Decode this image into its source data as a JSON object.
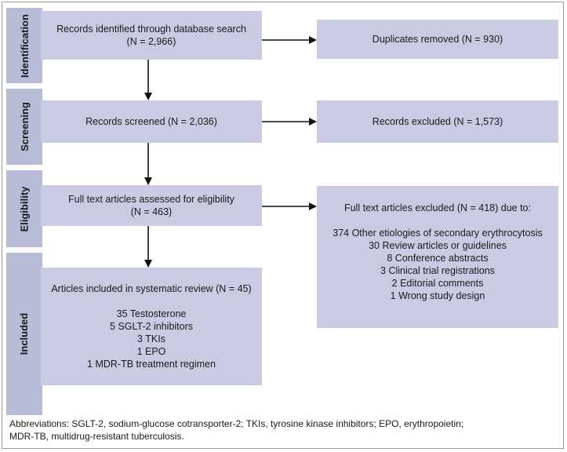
{
  "stages": {
    "identification": "Identification",
    "screening": "Screening",
    "eligibility": "Eligibility",
    "included": "Included"
  },
  "boxes": {
    "records_identified": {
      "line1": "Records identified through database search",
      "line2": "(N = 2,966)"
    },
    "duplicates_removed": {
      "line1": "Duplicates removed (N = 930)"
    },
    "records_screened": {
      "line1": "Records screened (N = 2,036)"
    },
    "records_excluded": {
      "line1": "Records excluded (N = 1,573)"
    },
    "full_text_assessed": {
      "line1": "Full text articles assessed for eligibility",
      "line2": "(N = 463)"
    },
    "full_text_excluded": {
      "header": "Full text articles excluded (N = 418) due to:",
      "items": [
        "374 Other etiologies of secondary erythrocytosis",
        "30 Review articles or guidelines",
        "8 Conference abstracts",
        "3 Clinical trial registrations",
        "2 Editorial comments",
        "1 Wrong study design"
      ]
    },
    "included_articles": {
      "header": "Articles included in systematic review (N = 45)",
      "items": [
        "35 Testosterone",
        "5 SGLT-2 inhibitors",
        "3 TKIs",
        "1 EPO",
        "1 MDR-TB treatment regimen"
      ]
    }
  },
  "footer": {
    "line1": "Abbreviations: SGLT-2, sodium-glucose cotransporter-2; TKIs, tyrosine kinase inhibitors; EPO, erythropoietin;",
    "line2": "MDR-TB, multidrug-resistant tuberculosis."
  }
}
